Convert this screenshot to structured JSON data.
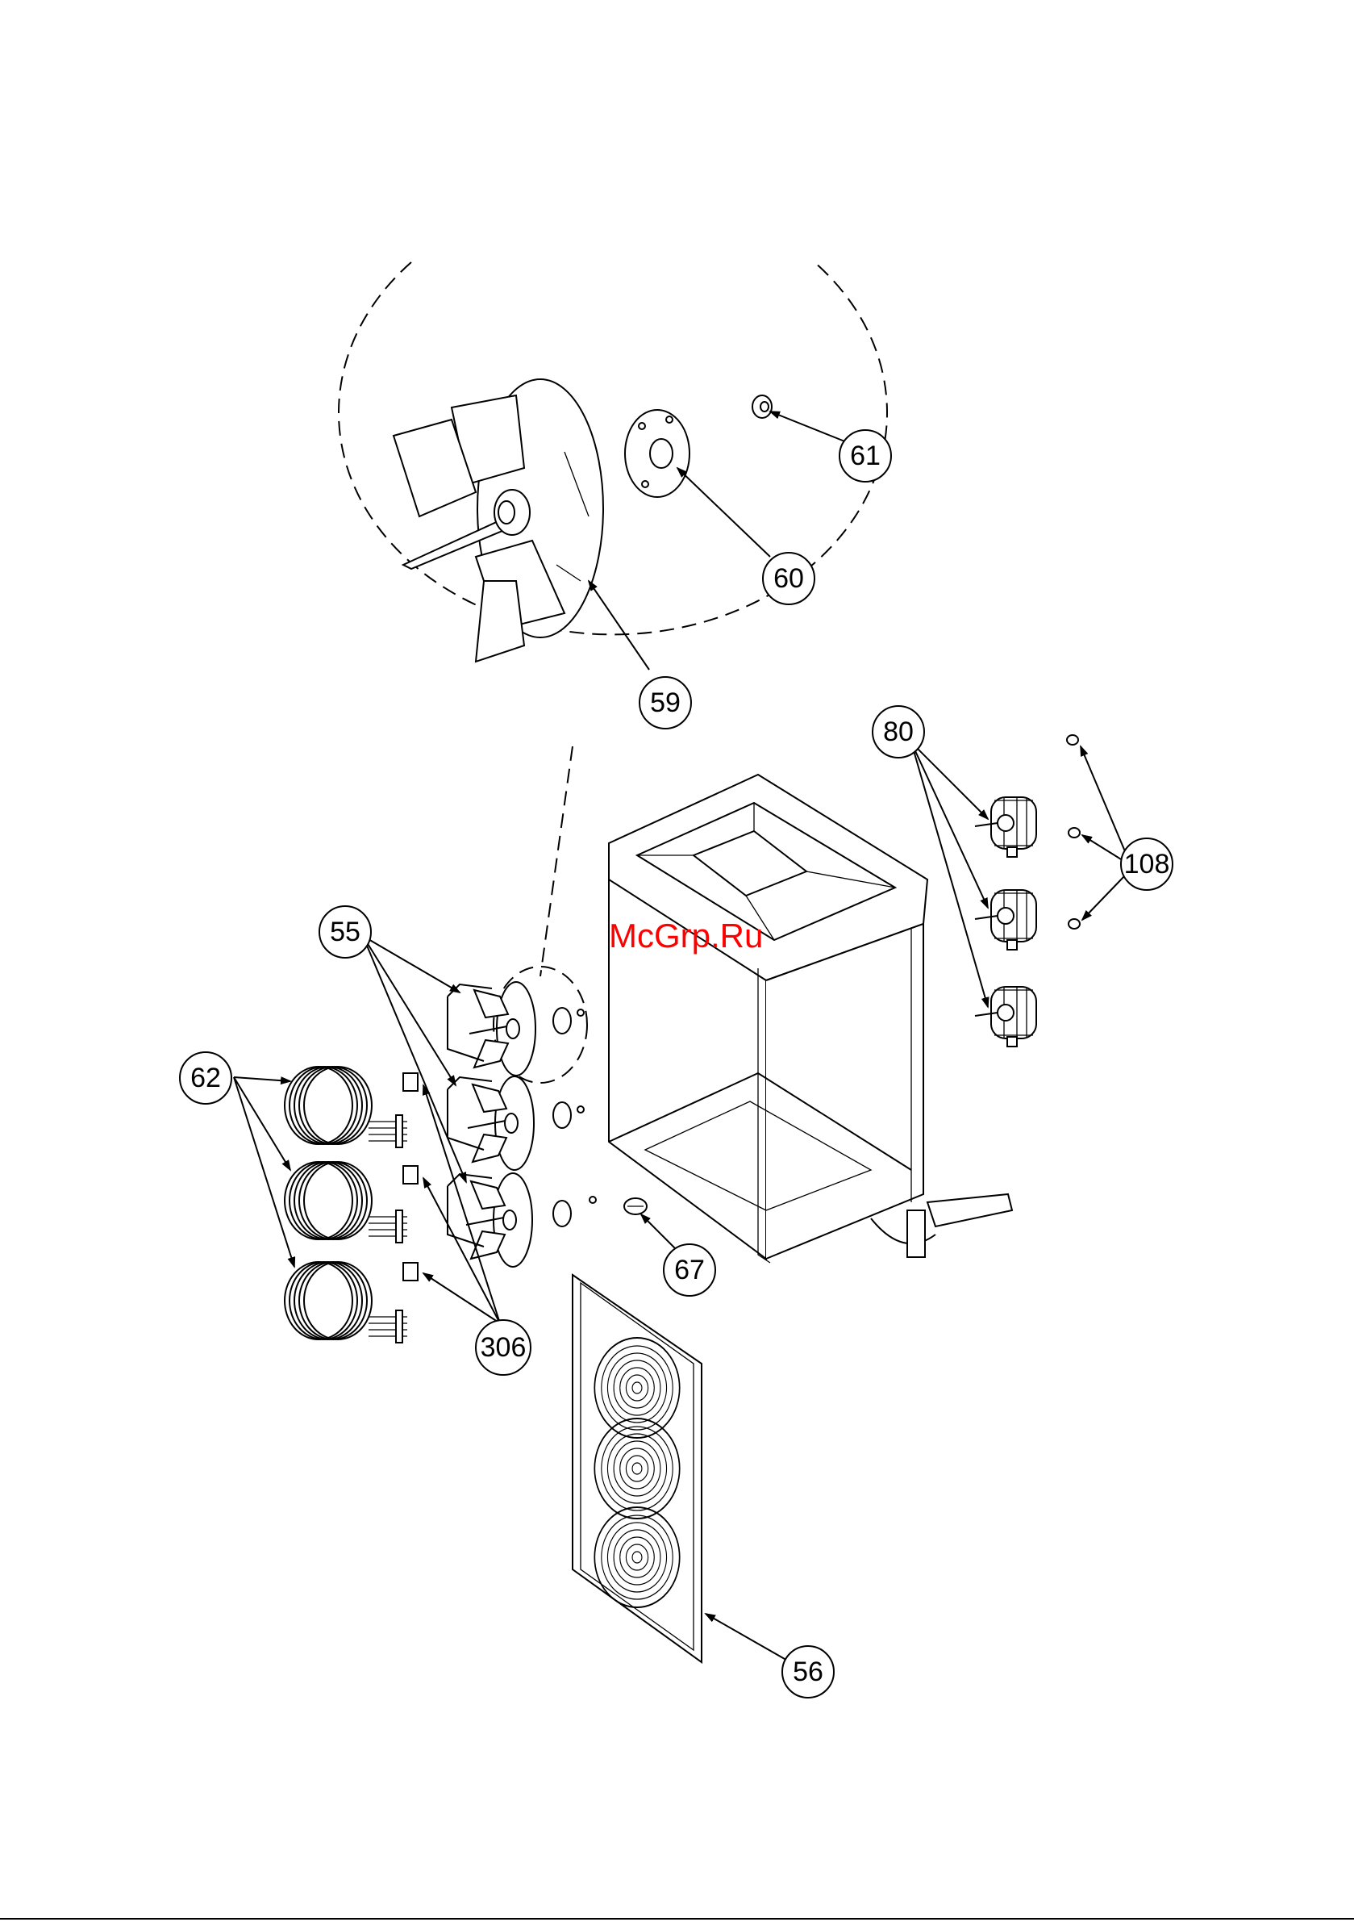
{
  "watermark": "McGrp.Ru",
  "callouts": {
    "c55": "55",
    "c56": "56",
    "c59": "59",
    "c60": "60",
    "c61": "61",
    "c62": "62",
    "c67": "67",
    "c80": "80",
    "c108": "108",
    "c306": "306"
  }
}
